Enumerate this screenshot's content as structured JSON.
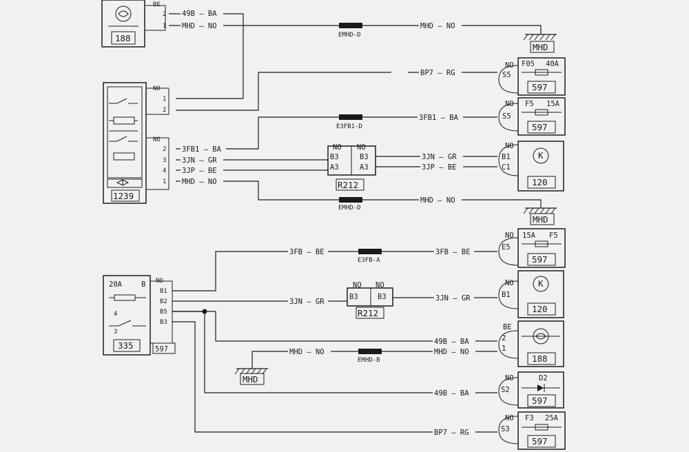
{
  "colors": {
    "ink": "#1a1a1a",
    "paper": "#f1f1ef"
  },
  "wire_labels": {
    "w1_left": "49B — BA",
    "w2_left": "MHD — NO",
    "w2_right": "MHD — NO",
    "w3_right": "BP7 — RG",
    "w4_right": "3FB1 — BA",
    "w5_left": "3FB1 — BA",
    "w6_left": "3JN — GR",
    "w6_right": "3JN — GR",
    "w7_left": "3JP — BE",
    "w7_right": "3JP — BE",
    "w8_left": "MHD — NO",
    "w8_right": "MHD — NO",
    "w9_left": "3FB — BE",
    "w9_right": "3FB — BE",
    "w10_left": "3JN — GR",
    "w10_right": "3JN — GR",
    "w11_right": "49B — BA",
    "w12_left": "MHD — NO",
    "w12_right": "MHD — NO",
    "w13_right": "49B — BA",
    "w14_right": "BP7 — RG"
  },
  "connectors": {
    "c1": "EMHD-D",
    "c2": "E3FB1-D",
    "c3": "EMHD-D",
    "c4": "E3FB-A",
    "c5": "EMHD-B"
  },
  "grounds": {
    "g1": "MHD",
    "g2": "MHD",
    "g3": "MHD"
  },
  "comp_188_top": {
    "pins": [
      "BE",
      "2",
      "1"
    ],
    "code": "188"
  },
  "comp_1239": {
    "code": "1239",
    "pins_a": [
      "NO",
      "1",
      "2"
    ],
    "pins_b": [
      "NO",
      "2",
      "3",
      "4",
      "1"
    ]
  },
  "comp_r212_top": {
    "code": "R212",
    "pins": [
      "NO",
      "NO",
      "B3",
      "A3",
      "B3",
      "A3"
    ]
  },
  "comp_r212_bottom": {
    "code": "R212",
    "pins": [
      "NO",
      "NO",
      "B3",
      "B3"
    ]
  },
  "fuse_f05": {
    "pins": [
      "NO",
      "S5"
    ],
    "name": "F05",
    "rating": "40A",
    "code": "597"
  },
  "fuse_f5": {
    "pins": [
      "NO",
      "S5"
    ],
    "name": "F5",
    "rating": "15A",
    "code": "597"
  },
  "comp_120_top": {
    "pins": [
      "NO",
      "B1",
      "C1"
    ],
    "code": "120"
  },
  "fuse_f5_b": {
    "pins": [
      "NO",
      "E5"
    ],
    "rating": "15A",
    "name": "F5",
    "code": "597"
  },
  "comp_120_bottom": {
    "pins": [
      "NO",
      "B1"
    ],
    "code": "120"
  },
  "comp_188_bottom": {
    "pins": [
      "BE",
      "2",
      "1"
    ],
    "code": "188"
  },
  "diode_d2": {
    "pins": [
      "NO",
      "S2"
    ],
    "name": "D2",
    "code": "597"
  },
  "fuse_f3": {
    "pins": [
      "NO",
      "S3"
    ],
    "name": "F3",
    "rating": "25A",
    "code": "597"
  },
  "comp_335": {
    "code": "335",
    "rating": "20A",
    "pin_b": "B",
    "relay_pins": [
      "4",
      "3"
    ],
    "connector_pins": [
      "NO",
      "B1",
      "B2",
      "B5",
      "B3"
    ],
    "connector_code": "597"
  }
}
